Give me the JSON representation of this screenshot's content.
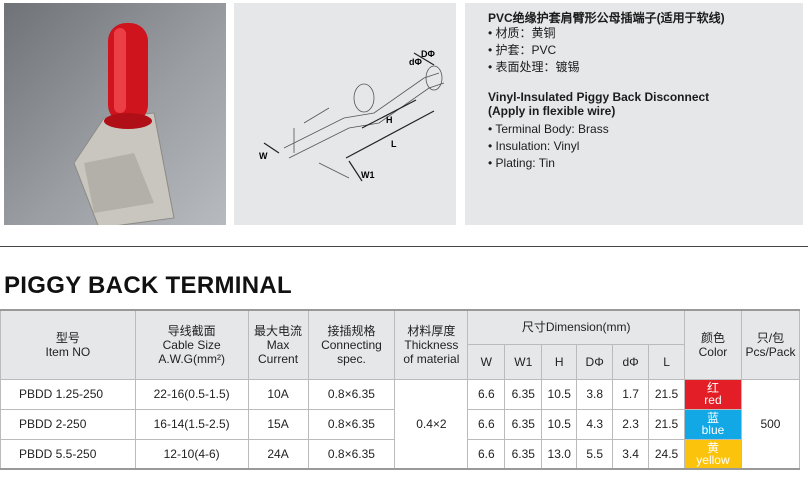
{
  "spec": {
    "title_cn": "PVC绝缘护套肩臂形公母插端子(适用于软线)",
    "items_cn": [
      "材质：黄铜",
      "护套：PVC",
      "表面处理：镀锡"
    ],
    "title_en_1": "Vinyl-Insulated Piggy Back Disconnect",
    "title_en_2": "(Apply in flexible wire)",
    "items_en": [
      "Terminal Body: Brass",
      "Insulation: Vinyl",
      "Plating: Tin"
    ]
  },
  "drawing": {
    "labels": {
      "D": "DΦ",
      "d": "dΦ",
      "H": "H",
      "L": "L",
      "W": "W",
      "W1": "W1"
    }
  },
  "section_title": "PIGGY BACK TERMINAL",
  "table": {
    "headers": {
      "item": [
        "型号",
        "Item NO"
      ],
      "cable": [
        "导线截面",
        "Cable Size",
        "A.W.G(mm²)"
      ],
      "current": [
        "最大电流",
        "Max",
        "Current"
      ],
      "conn": [
        "接插规格",
        "Connecting",
        "spec."
      ],
      "thick": [
        "材料厚度",
        "Thickness",
        "of material"
      ],
      "dim": "尺寸Dimension(mm)",
      "dims": [
        "W",
        "W1",
        "H",
        "DΦ",
        "dΦ",
        "L"
      ],
      "color": [
        "颜色",
        "Color"
      ],
      "pack": [
        "只/包",
        "Pcs/Pack"
      ]
    },
    "rows": [
      {
        "item": "PBDD 1.25-250",
        "cable": "22-16(0.5-1.5)",
        "current": "10A",
        "conn": "0.8×6.35",
        "dims": [
          "6.6",
          "6.35",
          "10.5",
          "3.8",
          "1.7",
          "21.5"
        ],
        "color_cn": "红",
        "color_en": "red",
        "color_hex": "#e31e26"
      },
      {
        "item": "PBDD 2-250",
        "cable": "16-14(1.5-2.5)",
        "current": "15A",
        "conn": "0.8×6.35",
        "dims": [
          "6.6",
          "6.35",
          "10.5",
          "4.3",
          "2.3",
          "21.5"
        ],
        "color_cn": "蓝",
        "color_en": "blue",
        "color_hex": "#12a8e6"
      },
      {
        "item": "PBDD 5.5-250",
        "cable": "12-10(4-6)",
        "current": "24A",
        "conn": "0.8×6.35",
        "dims": [
          "6.6",
          "6.35",
          "13.0",
          "5.5",
          "3.4",
          "24.5"
        ],
        "color_cn": "黄",
        "color_en": "yellow",
        "color_hex": "#fbc30b"
      }
    ],
    "thickness": "0.4×2",
    "pack": "500"
  }
}
